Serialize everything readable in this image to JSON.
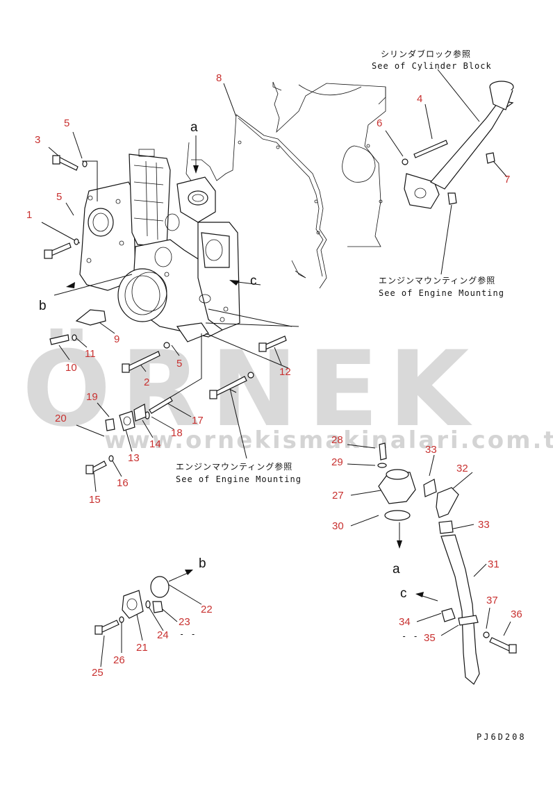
{
  "watermark": {
    "brand": "ÖRNEK",
    "url": "www.ornekismakinalari.com.tr",
    "color": "#d9d9d9"
  },
  "notes": {
    "cylinder_block_jp": "シリンダブロック参照",
    "cylinder_block_en": "See of Cylinder Block",
    "engine_mounting_jp_1": "エンジンマウンティング参照",
    "engine_mounting_en_1": "See of Engine Mounting",
    "engine_mounting_jp_2": "エンジンマウンティング参照",
    "engine_mounting_en_2": "See of Engine Mounting"
  },
  "letters": {
    "a1": "a",
    "a2": "a",
    "b1": "b",
    "b2": "b",
    "c1": "c",
    "c2": "c"
  },
  "dashes": {
    "d1": "- -",
    "d2": "- -"
  },
  "drawing_code": "PJ6D208",
  "callouts": [
    "1",
    "2",
    "3",
    "4",
    "5",
    "5",
    "5",
    "6",
    "7",
    "8",
    "9",
    "10",
    "11",
    "12",
    "13",
    "14",
    "15",
    "16",
    "17",
    "18",
    "19",
    "20",
    "21",
    "22",
    "23",
    "24",
    "25",
    "26",
    "27",
    "28",
    "29",
    "30",
    "31",
    "32",
    "33",
    "33",
    "34",
    "35",
    "36",
    "37"
  ],
  "label_color": "#c8302f"
}
